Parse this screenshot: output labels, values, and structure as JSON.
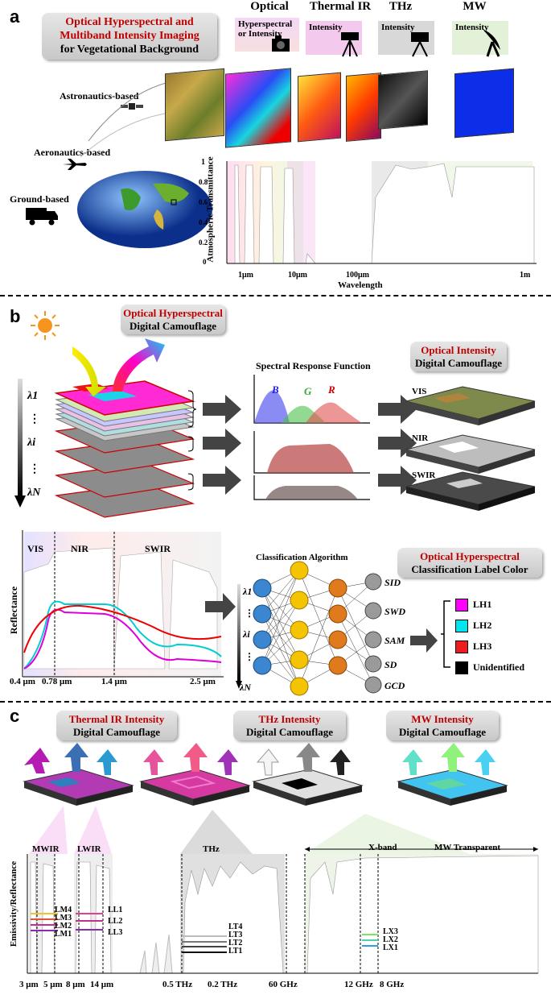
{
  "panel_a": {
    "letter": "a",
    "title_line1": "Optical  Hyperspectral and",
    "title_line2": "Multiband Intensity Imaging",
    "title_line3": "for Vegetational Background",
    "band_headers": [
      "Optical",
      "Thermal IR",
      "THz",
      "MW"
    ],
    "band_labels": [
      "Hyperspectral or Intensity",
      "Intensity",
      "Intensity",
      "Intensity"
    ],
    "platforms": [
      "Astronautics-based",
      "Aeronautics-based",
      "Ground-based"
    ],
    "ylabel": "Atmospheric Transmittance",
    "xlabel": "Wavelength",
    "yticks": [
      "1",
      "0.8",
      "0.6",
      "0.4",
      "0.2",
      "0"
    ],
    "xticks": [
      "1μm",
      "10μm",
      "100μm",
      "1m"
    ]
  },
  "panel_b": {
    "letter": "b",
    "hyper_title_red": "Optical Hyperspectral",
    "hyper_title_black": "Digital Camouflage",
    "lambda_labels": [
      "λ1",
      "λi",
      "λN"
    ],
    "srf_title": "Spectral Response Function",
    "srf_letters": [
      "B",
      "G",
      "R"
    ],
    "intensity_title_red": "Optical Intensity",
    "intensity_title_black": "Digital Camouflage",
    "intensity_bands": [
      "VIS",
      "NIR",
      "SWIR"
    ],
    "spectrum_regions": [
      "VIS",
      "NIR",
      "SWIR"
    ],
    "spectrum_ylabel": "Reflectance",
    "spectrum_xticks": [
      "0.4 μm",
      "0.78 μm",
      "1.4 μm",
      "2.5 μm"
    ],
    "class_algo_title": "Classification Algorithm",
    "nn_lambda": [
      "λ1",
      "λi",
      "λN"
    ],
    "metrics": [
      "SID",
      "SWD",
      "SAM",
      "SD",
      "GCD"
    ],
    "label_title_red": "Optical Hyperspectral",
    "label_title_black": "Classification Label Color",
    "legend": [
      {
        "label": "LH1",
        "color": "#ff00ff"
      },
      {
        "label": "LH2",
        "color": "#00e5ee"
      },
      {
        "label": "LH3",
        "color": "#ee1c1c"
      },
      {
        "label": "Unidentified",
        "color": "#000000"
      }
    ]
  },
  "panel_c": {
    "letter": "c",
    "thermal_red": "Thermal IR Intensity",
    "thermal_black": "Digital Camouflage",
    "thz_red": "THz Intensity",
    "thz_black": "Digital Camouflage",
    "mw_red": "MW Intensity",
    "mw_black": "Digital Camouflage",
    "regions": [
      "MWIR",
      "LWIR",
      "THz",
      "X-band",
      "MW Transparent"
    ],
    "ylabel": "Emissivity/Reflectance",
    "lm_labels": [
      "LM4",
      "LM3",
      "LM2",
      "LM1"
    ],
    "ll_labels": [
      "LL1",
      "LL2",
      "LL3"
    ],
    "lt_labels": [
      "LT4",
      "LT3",
      "LT2",
      "LT1"
    ],
    "lx_labels": [
      "LX3",
      "LX2",
      "LX1"
    ],
    "xticks": [
      "3 μm",
      "5 μm",
      "8 μm",
      "14 μm",
      "0.5 THz",
      "0.2 THz",
      "60 GHz",
      "12 GHz",
      "8 GHz"
    ]
  }
}
